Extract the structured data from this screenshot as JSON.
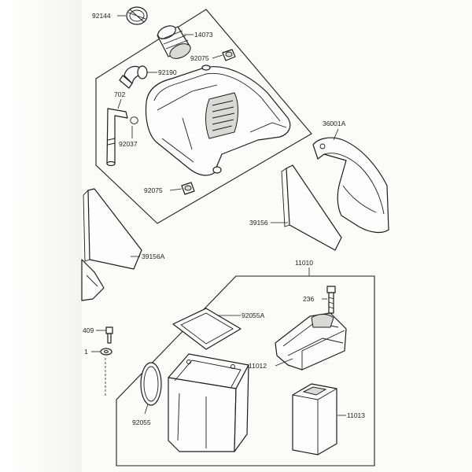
{
  "labels": {
    "l92144": "92144",
    "l14073": "14073",
    "l92075a": "92075",
    "l92190": "92190",
    "l702": "702",
    "l92037": "92037",
    "l92075b": "92075",
    "l36001A": "36001A",
    "l39156": "39156",
    "l39156A": "39156A",
    "l11010": "11010",
    "l236": "236",
    "l92055A": "92055A",
    "l11012": "11012",
    "l92055": "92055",
    "l11013": "11013",
    "l409": "409",
    "l1": "1"
  }
}
